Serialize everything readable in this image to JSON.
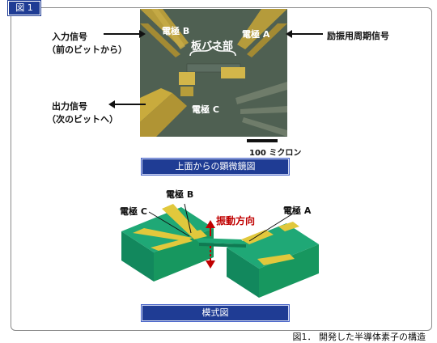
{
  "figure_tag": "図 1",
  "photo": {
    "electrode_b": "電極 B",
    "electrode_a": "電極 A",
    "electrode_c": "電極 C",
    "beam": "板バネ部"
  },
  "labels": {
    "input_signal": "入力信号",
    "input_sub": "（前のビットから）",
    "output_signal": "出力信号",
    "output_sub": "（次のビットへ）",
    "excitation": "励振用周期信号",
    "scale": "100 ミクロン"
  },
  "micro_caption": "上面からの顕微鏡図",
  "model": {
    "electrode_b": "電極 B",
    "electrode_c": "電極 C",
    "electrode_a": "電極 A",
    "vibration": "振動方向"
  },
  "model_caption": "模式図",
  "figure_caption": "図1．  開発した半導体素子の構造",
  "colors": {
    "accent": "#1f3c94",
    "vibration": "#c00000",
    "substrate": "#1c9e6b",
    "electrode": "#d9c23a"
  }
}
